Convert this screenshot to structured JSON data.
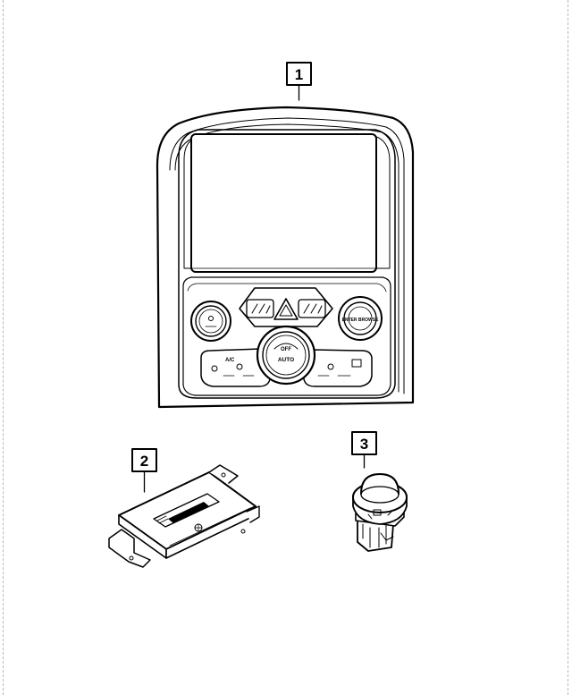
{
  "callouts": [
    {
      "id": "1",
      "label": "1"
    },
    {
      "id": "2",
      "label": "2"
    },
    {
      "id": "3",
      "label": "3"
    }
  ],
  "control_panel": {
    "off_label": "OFF",
    "auto_label": "AUTO",
    "ac_label": "A/C",
    "knob_right_label": "ENTER BROWSE"
  },
  "colors": {
    "line": "#000000",
    "background": "#ffffff"
  }
}
